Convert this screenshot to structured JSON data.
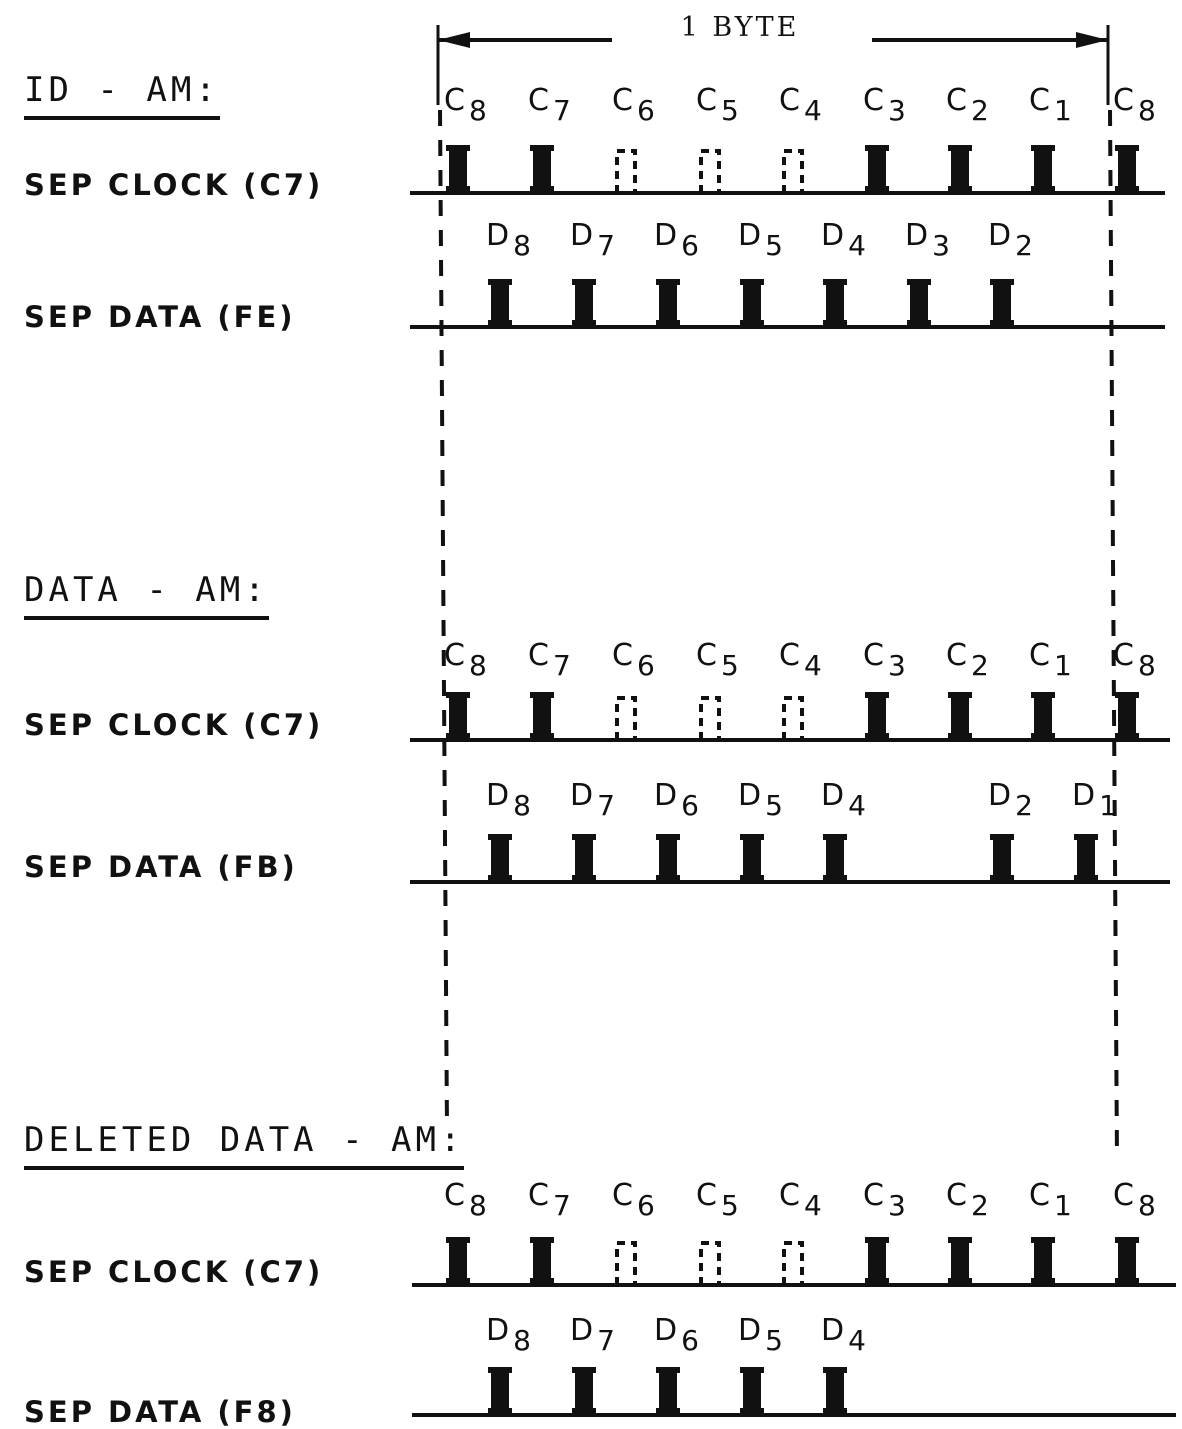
{
  "byte_label": "1 BYTE",
  "sections": [
    {
      "title": "ID - AM:",
      "clock_label": "SEP CLOCK (C7)",
      "data_label": "SEP DATA (FE)",
      "clock_bits": [
        {
          "label": "C",
          "sub": "8",
          "present": true
        },
        {
          "label": "C",
          "sub": "7",
          "present": true
        },
        {
          "label": "C",
          "sub": "6",
          "present": false
        },
        {
          "label": "C",
          "sub": "5",
          "present": false
        },
        {
          "label": "C",
          "sub": "4",
          "present": false
        },
        {
          "label": "C",
          "sub": "3",
          "present": true
        },
        {
          "label": "C",
          "sub": "2",
          "present": true
        },
        {
          "label": "C",
          "sub": "1",
          "present": true
        },
        {
          "label": "C",
          "sub": "8",
          "present": true
        }
      ],
      "data_bits": [
        {
          "label": "D",
          "sub": "8",
          "present": true
        },
        {
          "label": "D",
          "sub": "7",
          "present": true
        },
        {
          "label": "D",
          "sub": "6",
          "present": true
        },
        {
          "label": "D",
          "sub": "5",
          "present": true
        },
        {
          "label": "D",
          "sub": "4",
          "present": true
        },
        {
          "label": "D",
          "sub": "3",
          "present": true
        },
        {
          "label": "D",
          "sub": "2",
          "present": true
        },
        {
          "label": "",
          "sub": "",
          "present": false
        }
      ]
    },
    {
      "title": "DATA - AM:",
      "clock_label": "SEP CLOCK (C7)",
      "data_label": "SEP DATA (FB)",
      "clock_bits": [
        {
          "label": "C",
          "sub": "8",
          "present": true
        },
        {
          "label": "C",
          "sub": "7",
          "present": true
        },
        {
          "label": "C",
          "sub": "6",
          "present": false
        },
        {
          "label": "C",
          "sub": "5",
          "present": false
        },
        {
          "label": "C",
          "sub": "4",
          "present": false
        },
        {
          "label": "C",
          "sub": "3",
          "present": true
        },
        {
          "label": "C",
          "sub": "2",
          "present": true
        },
        {
          "label": "C",
          "sub": "1",
          "present": true
        },
        {
          "label": "C",
          "sub": "8",
          "present": true
        }
      ],
      "data_bits": [
        {
          "label": "D",
          "sub": "8",
          "present": true
        },
        {
          "label": "D",
          "sub": "7",
          "present": true
        },
        {
          "label": "D",
          "sub": "6",
          "present": true
        },
        {
          "label": "D",
          "sub": "5",
          "present": true
        },
        {
          "label": "D",
          "sub": "4",
          "present": true
        },
        {
          "label": "",
          "sub": "",
          "present": false
        },
        {
          "label": "D",
          "sub": "2",
          "present": true
        },
        {
          "label": "D",
          "sub": "1",
          "present": true
        }
      ]
    },
    {
      "title": "DELETED DATA - AM:",
      "clock_label": "SEP CLOCK (C7)",
      "data_label": "SEP DATA (F8)",
      "clock_bits": [
        {
          "label": "C",
          "sub": "8",
          "present": true
        },
        {
          "label": "C",
          "sub": "7",
          "present": true
        },
        {
          "label": "C",
          "sub": "6",
          "present": false
        },
        {
          "label": "C",
          "sub": "5",
          "present": false
        },
        {
          "label": "C",
          "sub": "4",
          "present": false
        },
        {
          "label": "C",
          "sub": "3",
          "present": true
        },
        {
          "label": "C",
          "sub": "2",
          "present": true
        },
        {
          "label": "C",
          "sub": "1",
          "present": true
        },
        {
          "label": "C",
          "sub": "8",
          "present": true
        }
      ],
      "data_bits": [
        {
          "label": "D",
          "sub": "8",
          "present": true
        },
        {
          "label": "D",
          "sub": "7",
          "present": true
        },
        {
          "label": "D",
          "sub": "6",
          "present": true
        },
        {
          "label": "D",
          "sub": "5",
          "present": true
        },
        {
          "label": "D",
          "sub": "4",
          "present": true
        },
        {
          "label": "",
          "sub": "",
          "present": false
        },
        {
          "label": "",
          "sub": "",
          "present": false
        },
        {
          "label": "",
          "sub": "",
          "present": false
        }
      ]
    }
  ],
  "colors": {
    "ink": "#111111",
    "background": "#ffffff"
  }
}
